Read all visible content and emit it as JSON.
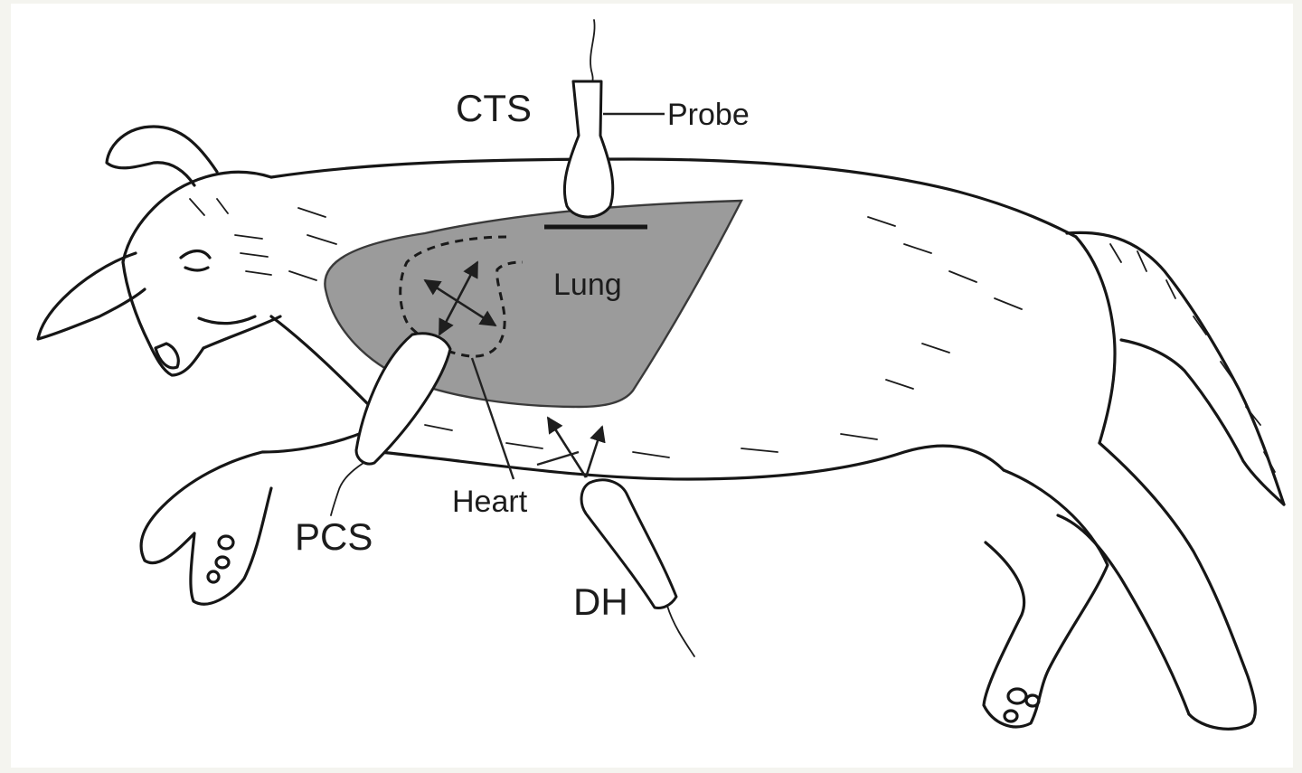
{
  "labels": {
    "cts": "CTS",
    "probe": "Probe",
    "lung": "Lung",
    "heart": "Heart",
    "pcs": "PCS",
    "dh": "DH"
  },
  "colors": {
    "lung_fill": "#9b9b9b",
    "outline": "#161616",
    "background": "#ffffff"
  }
}
